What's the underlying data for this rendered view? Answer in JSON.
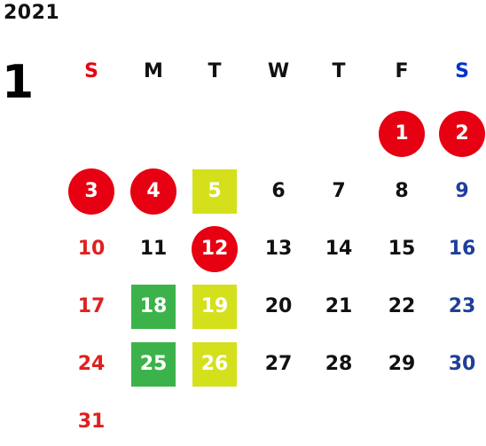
{
  "calendar": {
    "year": "2021",
    "month": "1",
    "weekdays": [
      {
        "label": "S",
        "color": "#e60012"
      },
      {
        "label": "M",
        "color": "#111111"
      },
      {
        "label": "T",
        "color": "#111111"
      },
      {
        "label": "W",
        "color": "#111111"
      },
      {
        "label": "T",
        "color": "#111111"
      },
      {
        "label": "F",
        "color": "#111111"
      },
      {
        "label": "S",
        "color": "#0033cc"
      }
    ],
    "colors": {
      "sunday": "#e02020",
      "weekday": "#111111",
      "saturday": "#1f3f99",
      "holiday_circle": "#e60012",
      "green_square": "#3bb34a",
      "yellow_square": "#d4e01c",
      "marked_text": "#ffffff"
    },
    "days": [
      {
        "day": "1",
        "week": 0,
        "weekday": 5,
        "mark": "holiday"
      },
      {
        "day": "2",
        "week": 0,
        "weekday": 6,
        "mark": "holiday"
      },
      {
        "day": "3",
        "week": 1,
        "weekday": 0,
        "mark": "holiday"
      },
      {
        "day": "4",
        "week": 1,
        "weekday": 1,
        "mark": "holiday"
      },
      {
        "day": "5",
        "week": 1,
        "weekday": 2,
        "mark": "yellow"
      },
      {
        "day": "6",
        "week": 1,
        "weekday": 3,
        "mark": ""
      },
      {
        "day": "7",
        "week": 1,
        "weekday": 4,
        "mark": ""
      },
      {
        "day": "8",
        "week": 1,
        "weekday": 5,
        "mark": ""
      },
      {
        "day": "9",
        "week": 1,
        "weekday": 6,
        "mark": ""
      },
      {
        "day": "10",
        "week": 2,
        "weekday": 0,
        "mark": ""
      },
      {
        "day": "11",
        "week": 2,
        "weekday": 1,
        "mark": ""
      },
      {
        "day": "12",
        "week": 2,
        "weekday": 2,
        "mark": "holiday"
      },
      {
        "day": "13",
        "week": 2,
        "weekday": 3,
        "mark": ""
      },
      {
        "day": "14",
        "week": 2,
        "weekday": 4,
        "mark": ""
      },
      {
        "day": "15",
        "week": 2,
        "weekday": 5,
        "mark": ""
      },
      {
        "day": "16",
        "week": 2,
        "weekday": 6,
        "mark": ""
      },
      {
        "day": "17",
        "week": 3,
        "weekday": 0,
        "mark": ""
      },
      {
        "day": "18",
        "week": 3,
        "weekday": 1,
        "mark": "green"
      },
      {
        "day": "19",
        "week": 3,
        "weekday": 2,
        "mark": "yellow"
      },
      {
        "day": "20",
        "week": 3,
        "weekday": 3,
        "mark": ""
      },
      {
        "day": "21",
        "week": 3,
        "weekday": 4,
        "mark": ""
      },
      {
        "day": "22",
        "week": 3,
        "weekday": 5,
        "mark": ""
      },
      {
        "day": "23",
        "week": 3,
        "weekday": 6,
        "mark": ""
      },
      {
        "day": "24",
        "week": 4,
        "weekday": 0,
        "mark": ""
      },
      {
        "day": "25",
        "week": 4,
        "weekday": 1,
        "mark": "green"
      },
      {
        "day": "26",
        "week": 4,
        "weekday": 2,
        "mark": "yellow"
      },
      {
        "day": "27",
        "week": 4,
        "weekday": 3,
        "mark": ""
      },
      {
        "day": "28",
        "week": 4,
        "weekday": 4,
        "mark": ""
      },
      {
        "day": "29",
        "week": 4,
        "weekday": 5,
        "mark": ""
      },
      {
        "day": "30",
        "week": 4,
        "weekday": 6,
        "mark": ""
      },
      {
        "day": "31",
        "week": 5,
        "weekday": 0,
        "mark": ""
      }
    ]
  }
}
